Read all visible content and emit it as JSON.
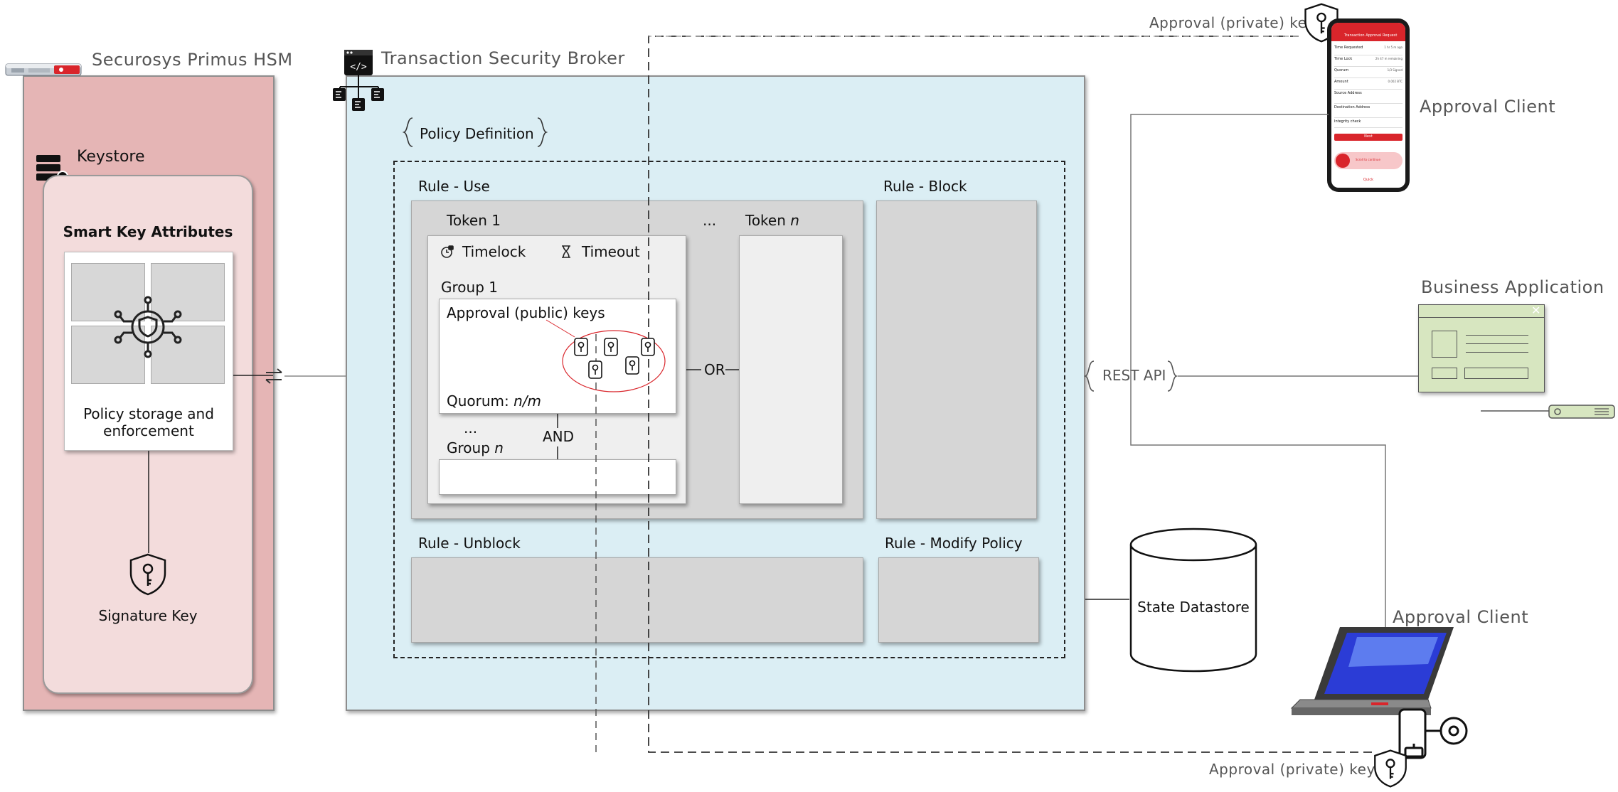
{
  "hsm": {
    "title": "Securosys Primus HSM",
    "keystore": "Keystore",
    "smart_key_attributes": "Smart Key Attributes",
    "policy_storage_line1": "Policy storage and",
    "policy_storage_line2": "enforcement",
    "signature_key": "Signature Key"
  },
  "broker": {
    "title": "Transaction Security Broker",
    "policy_definition": "Policy Definition",
    "rule_use": "Rule - Use",
    "rule_block": "Rule - Block",
    "rule_unblock": "Rule - Unblock",
    "rule_modify": "Rule - Modify Policy",
    "token1": "Token 1",
    "token_dots": "...",
    "token_n_prefix": "Token ",
    "token_n_var": "n",
    "timelock": "Timelock",
    "timeout": "Timeout",
    "group1": "Group 1",
    "approval_public_keys": "Approval (public) keys",
    "quorum_prefix": "Quorum: ",
    "quorum_value": "n/m",
    "group_dots": "...",
    "group_n_prefix": "Group ",
    "group_n_var": "n",
    "and": "AND",
    "or": "OR"
  },
  "right": {
    "approval_private_key_top": "Approval (private) key",
    "approval_client_mobile": "Approval Client",
    "business_application": "Business Application",
    "rest_api": "REST API",
    "state_datastore": "State Datastore",
    "approval_client_laptop": "Approval Client",
    "approval_private_key_bottom": "Approval (private) key"
  },
  "phone_screen": {
    "header": "Transaction Approval Request",
    "rows": [
      {
        "label": "Time Requested",
        "value": "1 hr 5 m ago"
      },
      {
        "label": "Time Lock",
        "value": "2h 47 m remaining"
      },
      {
        "label": "Quorum",
        "value": "1/3 Signed"
      },
      {
        "label": "Amount",
        "value": "0.002 BTC"
      },
      {
        "label": "Source Address",
        "value": ""
      },
      {
        "label": "Destination Address",
        "value": ""
      },
      {
        "label": "Integrity check",
        "value": ""
      }
    ],
    "button": "Next",
    "status": "Scroll to continue",
    "footer": "Quick"
  },
  "colors": {
    "hsm_fill": "#e5b5b5",
    "keystore_fill": "#f3dcdc",
    "broker_fill": "#dbeef4",
    "rule_fill": "#d6d6d6",
    "token_fill": "#efefef",
    "accent_red": "#d9252b",
    "business_app_fill": "#d7e6c0"
  },
  "icons": [
    "hsm-device-icon",
    "keystore-icon",
    "shield-network-icon",
    "shield-key-icon",
    "broker-code-icon",
    "curly-brace-icon",
    "timelock-icon",
    "hourglass-icon",
    "key-card-icon",
    "phone-icon",
    "window-icon",
    "dongle-icon",
    "database-icon",
    "laptop-icon",
    "key-icon"
  ]
}
